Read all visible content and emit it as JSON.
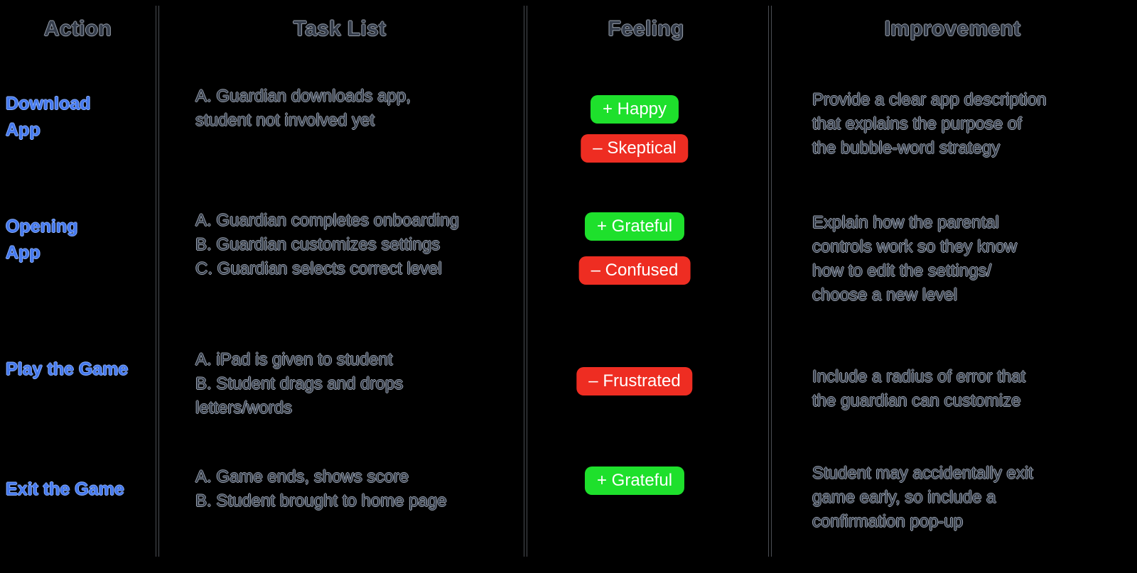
{
  "header": {
    "action": "Action",
    "task_list": "Task List",
    "feeling": "Feeling",
    "improvement": "Improvement"
  },
  "rows": [
    {
      "action": "Download\nApp",
      "tasks": "A. Guardian downloads app,\nstudent not involved yet",
      "feelings": [
        {
          "label": "+ Happy",
          "type": "positive"
        },
        {
          "label": "– Skeptical",
          "type": "negative"
        }
      ],
      "improvement": "Provide a clear app description\nthat explains the purpose of\nthe bubble-word strategy"
    },
    {
      "action": "Opening\nApp",
      "tasks": "A. Guardian completes onboarding\nB. Guardian customizes settings\nC. Guardian selects correct level",
      "feelings": [
        {
          "label": "+ Grateful",
          "type": "positive"
        },
        {
          "label": "– Confused",
          "type": "negative"
        }
      ],
      "improvement": "Explain how the parental\ncontrols work so they know\nhow to edit the settings/\nchoose a new level"
    },
    {
      "action": "Play the Game",
      "tasks": "A. iPad is given to student\nB. Student drags and drops\nletters/words",
      "feelings": [
        {
          "label": "– Frustrated",
          "type": "negative"
        }
      ],
      "improvement": "Include a radius of error that\nthe guardian can customize"
    },
    {
      "action": "Exit the Game",
      "tasks": "A. Game ends, shows score\nB. Student brought to home page",
      "feelings": [
        {
          "label": "+ Grateful",
          "type": "positive"
        }
      ],
      "improvement": "Student may accidentally exit\ngame early, so include a\nconfirmation pop-up"
    }
  ],
  "colors": {
    "background": "#000000",
    "body_text": "#343c4a",
    "action_text": "#4478ee",
    "positive_badge": "#1ee02c",
    "negative_badge": "#ee2d22",
    "badge_text": "#ffffff",
    "divider": "#4b4e54"
  }
}
